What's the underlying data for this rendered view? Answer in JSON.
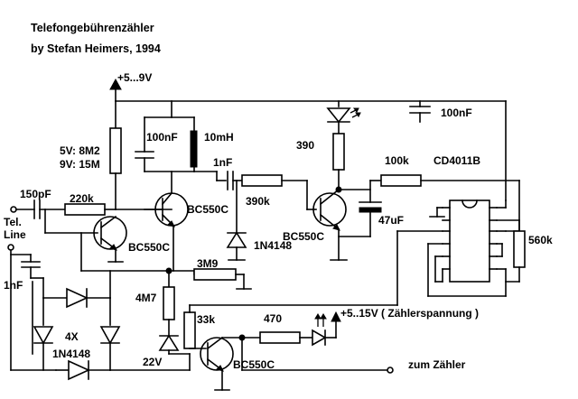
{
  "title": "Telefongebührenzähler",
  "author": "by Stefan Heimers, 1994",
  "labels": {
    "supply_top": "+5...9V",
    "c_100nf_a": "100nF",
    "l_10mh": "10mH",
    "c_1nf_a": "1nF",
    "z_5v": "5V: 8M2",
    "z_9v": "9V: 15M",
    "c_150pf": "150pF",
    "r_220k": "220k",
    "tel_line_1": "Tel.",
    "tel_line_2": "Line",
    "q1": "BC550C",
    "q2": "BC550C",
    "r_390k": "390k",
    "d_1n4148_a": "1N4148",
    "r_390": "390",
    "r_100k": "100k",
    "ic": "CD4011B",
    "c_100nf_b": "100nF",
    "q3": "BC550C",
    "c_47uf": "47uF",
    "r_560k": "560k",
    "r_3m9": "3M9",
    "c_1nf_b": "1nF",
    "r_4m7": "4M7",
    "bridge_4x": "4X",
    "bridge_1n4148": "1N4148",
    "z_22v": "22V",
    "r_33k": "33k",
    "r_470": "470",
    "supply_counter": "+5..15V ( Zählerspannung )",
    "q4": "BC550C",
    "zum_zaehler": "zum Zähler"
  }
}
